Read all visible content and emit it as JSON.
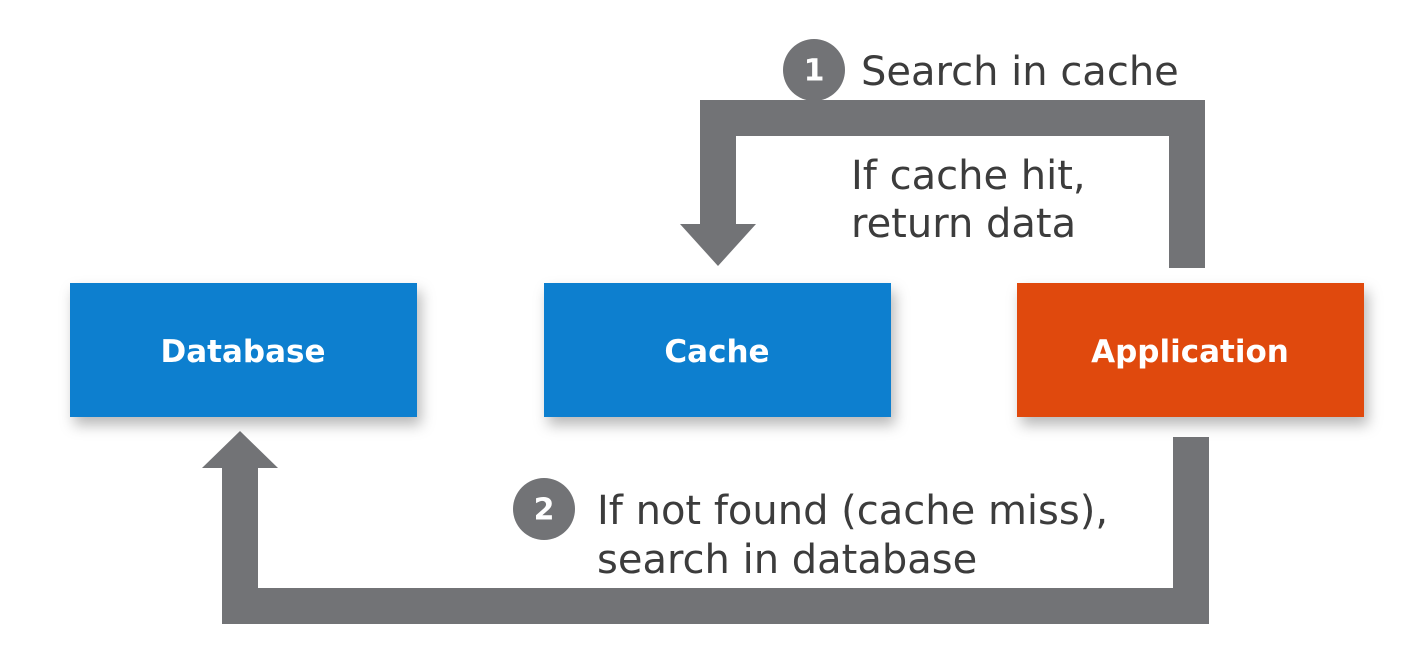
{
  "colors": {
    "arrow": "#727376",
    "badge": "#727376",
    "blue_box": "#0a7fcf",
    "orange_box": "#e04a0a",
    "box_text": "#ffffff",
    "body_text": "#3c3c3c"
  },
  "nodes": {
    "database": {
      "label": "Database"
    },
    "cache": {
      "label": "Cache"
    },
    "application": {
      "label": "Application"
    }
  },
  "steps": {
    "step1": {
      "number": "1",
      "text": "Search in cache",
      "result_line1": "If cache hit,",
      "result_line2": "return data"
    },
    "step2": {
      "number": "2",
      "line1": "If not found (cache miss),",
      "line2": "search in database"
    }
  }
}
